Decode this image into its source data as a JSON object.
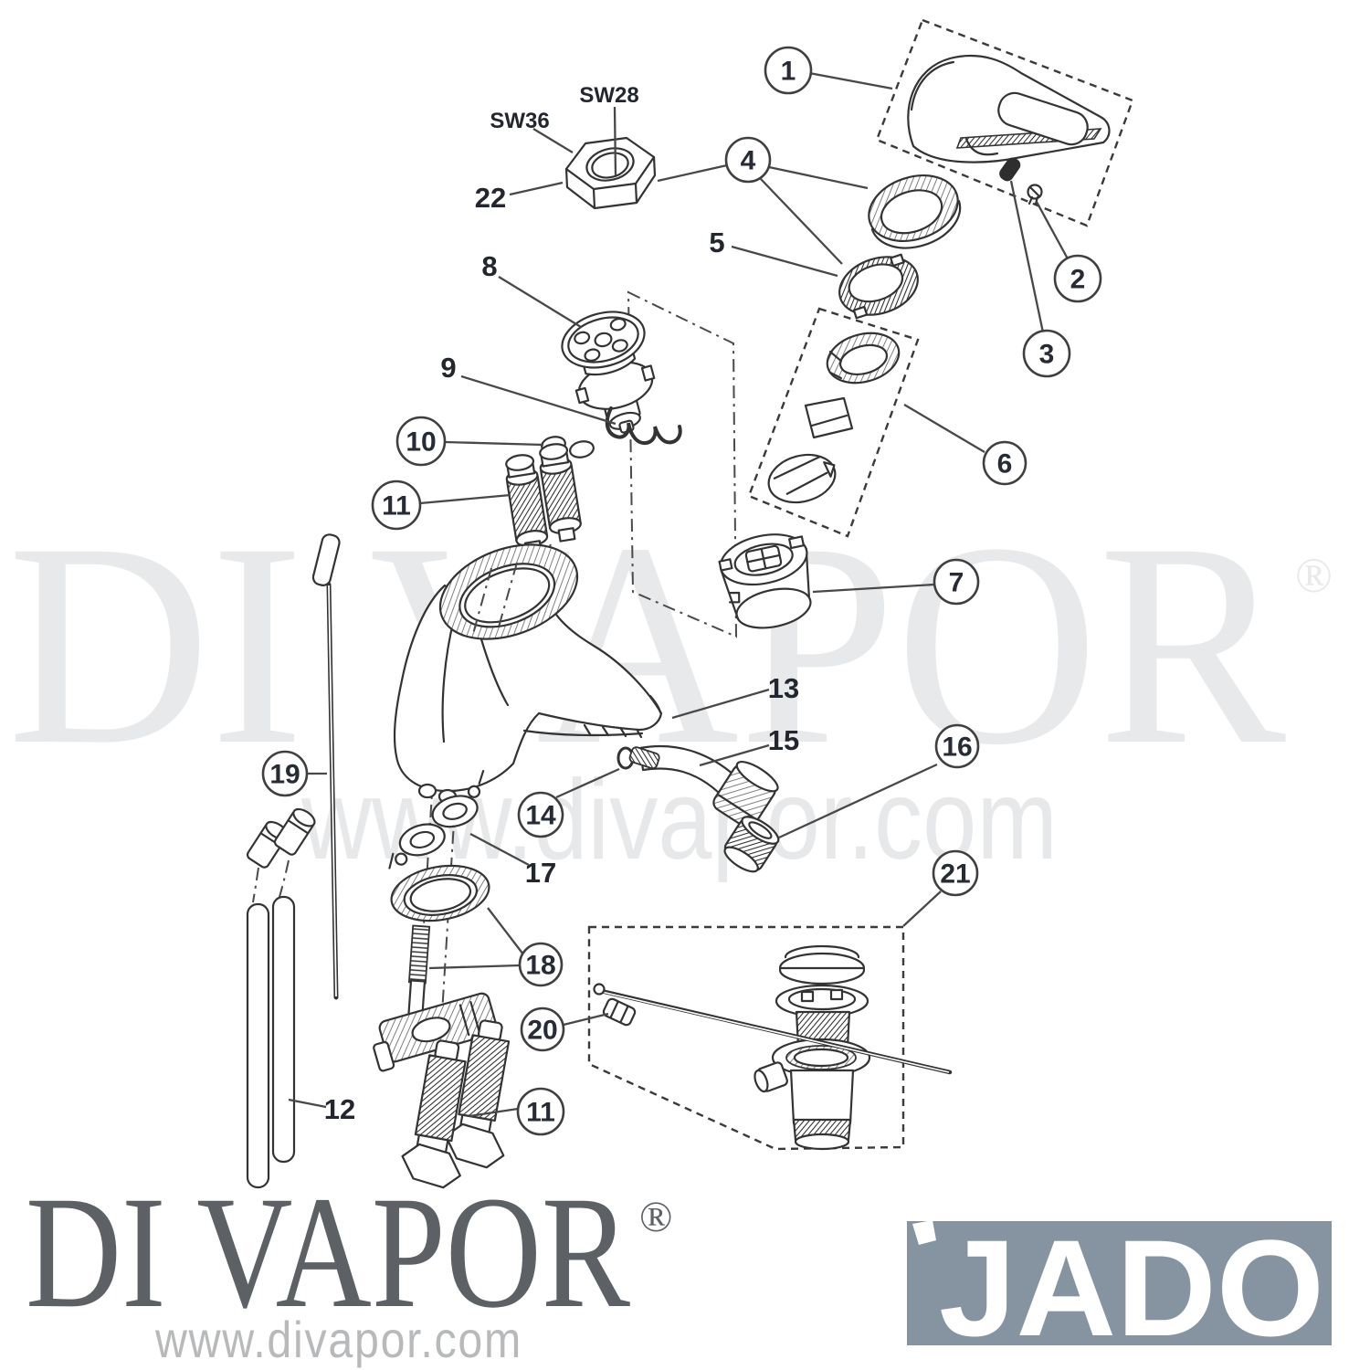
{
  "callouts": {
    "c1": "1",
    "c2": "2",
    "c3": "3",
    "c4": "4",
    "c5": "5",
    "c6": "6",
    "c7": "7",
    "c8": "8",
    "c9": "9",
    "c10": "10",
    "c11": "11",
    "c11b": "11",
    "c12": "12",
    "c13": "13",
    "c14": "14",
    "c15": "15",
    "c16": "16",
    "c17": "17",
    "c18": "18",
    "c19": "19",
    "c20": "20",
    "c21": "21",
    "c22": "22",
    "sw36": "SW36",
    "sw28": "SW28"
  },
  "watermark": {
    "brand": "DI VAPOR",
    "reg": "®",
    "url": "www.divapor.com"
  },
  "footer": {
    "brand": "DI VAPOR",
    "reg": "®",
    "url": "www.divapor.com"
  },
  "brand": {
    "name": "JADO"
  },
  "colors": {
    "jado_bg": "#8594A0",
    "wm": "#e8e9ea",
    "wm2": "#e7e8e9",
    "footer_brand": "#5d6165",
    "footer_url": "#b7b9bb",
    "line": "#333333"
  }
}
